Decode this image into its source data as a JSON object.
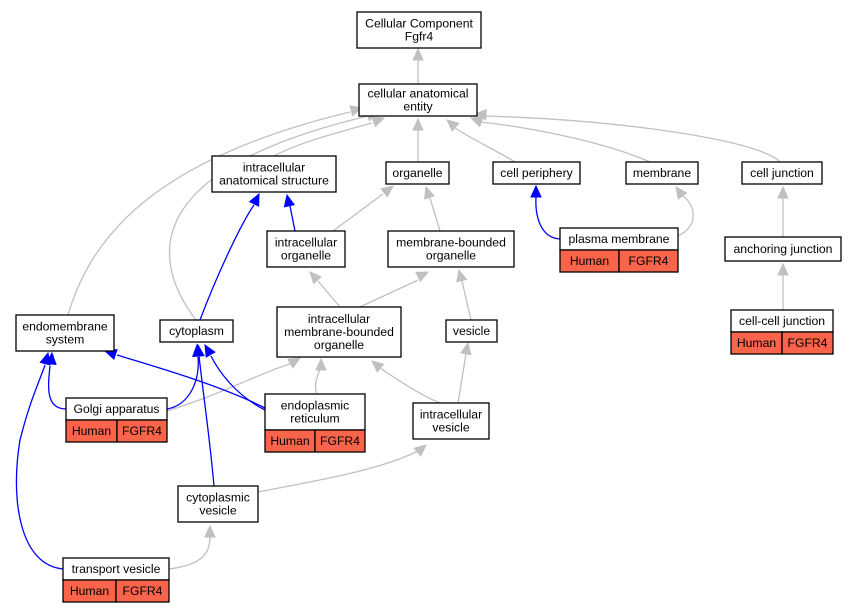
{
  "nodes": {
    "root": {
      "lines": [
        "Cellular Component",
        "Fgfr4"
      ]
    },
    "cae": {
      "lines": [
        "cellular anatomical",
        "entity"
      ]
    },
    "ias": {
      "lines": [
        "intracellular",
        "anatomical structure"
      ]
    },
    "organelle": {
      "lines": [
        "organelle"
      ]
    },
    "cell_periphery": {
      "lines": [
        "cell periphery"
      ]
    },
    "membrane": {
      "lines": [
        "membrane"
      ]
    },
    "cell_junction": {
      "lines": [
        "cell junction"
      ]
    },
    "intra_organelle": {
      "lines": [
        "intracellular",
        "organelle"
      ]
    },
    "mbo": {
      "lines": [
        "membrane-bounded",
        "organelle"
      ]
    },
    "plasma_membrane": {
      "lines": [
        "plasma membrane"
      ],
      "annotation": [
        "Human",
        "FGFR4"
      ]
    },
    "anchoring_junction": {
      "lines": [
        "anchoring junction"
      ]
    },
    "endomembrane": {
      "lines": [
        "endomembrane",
        "system"
      ]
    },
    "cytoplasm": {
      "lines": [
        "cytoplasm"
      ]
    },
    "imbo": {
      "lines": [
        "intracellular",
        "membrane-bounded",
        "organelle"
      ]
    },
    "vesicle": {
      "lines": [
        "vesicle"
      ]
    },
    "cell_cell_junction": {
      "lines": [
        "cell-cell junction"
      ],
      "annotation": [
        "Human",
        "FGFR4"
      ]
    },
    "golgi": {
      "lines": [
        "Golgi apparatus"
      ],
      "annotation": [
        "Human",
        "FGFR4"
      ]
    },
    "er": {
      "lines": [
        "endoplasmic",
        "reticulum"
      ],
      "annotation": [
        "Human",
        "FGFR4"
      ]
    },
    "intra_vesicle": {
      "lines": [
        "intracellular",
        "vesicle"
      ]
    },
    "cyto_vesicle": {
      "lines": [
        "cytoplasmic",
        "vesicle"
      ]
    },
    "transport_vesicle": {
      "lines": [
        "transport vesicle"
      ],
      "annotation": [
        "Human",
        "FGFR4"
      ]
    }
  },
  "edges": [
    {
      "from": "cae",
      "to": "root",
      "kind": "is_a"
    },
    {
      "from": "ias",
      "to": "cae",
      "kind": "is_a"
    },
    {
      "from": "organelle",
      "to": "cae",
      "kind": "is_a"
    },
    {
      "from": "cell_periphery",
      "to": "cae",
      "kind": "is_a"
    },
    {
      "from": "membrane",
      "to": "cae",
      "kind": "is_a"
    },
    {
      "from": "cell_junction",
      "to": "cae",
      "kind": "is_a"
    },
    {
      "from": "endomembrane",
      "to": "cae",
      "kind": "is_a"
    },
    {
      "from": "cytoplasm",
      "to": "cae",
      "kind": "is_a"
    },
    {
      "from": "intra_organelle",
      "to": "ias",
      "kind": "part_of"
    },
    {
      "from": "cytoplasm",
      "to": "ias",
      "kind": "part_of"
    },
    {
      "from": "intra_organelle",
      "to": "organelle",
      "kind": "is_a"
    },
    {
      "from": "mbo",
      "to": "organelle",
      "kind": "is_a"
    },
    {
      "from": "plasma_membrane",
      "to": "cell_periphery",
      "kind": "part_of"
    },
    {
      "from": "plasma_membrane",
      "to": "membrane",
      "kind": "is_a"
    },
    {
      "from": "anchoring_junction",
      "to": "cell_junction",
      "kind": "is_a"
    },
    {
      "from": "cell_cell_junction",
      "to": "anchoring_junction",
      "kind": "is_a"
    },
    {
      "from": "imbo",
      "to": "intra_organelle",
      "kind": "is_a"
    },
    {
      "from": "imbo",
      "to": "mbo",
      "kind": "is_a"
    },
    {
      "from": "vesicle",
      "to": "mbo",
      "kind": "is_a"
    },
    {
      "from": "golgi",
      "to": "endomembrane",
      "kind": "part_of"
    },
    {
      "from": "golgi",
      "to": "cytoplasm",
      "kind": "part_of"
    },
    {
      "from": "golgi",
      "to": "imbo",
      "kind": "is_a"
    },
    {
      "from": "er",
      "to": "endomembrane",
      "kind": "part_of"
    },
    {
      "from": "er",
      "to": "cytoplasm",
      "kind": "part_of"
    },
    {
      "from": "er",
      "to": "imbo",
      "kind": "is_a"
    },
    {
      "from": "intra_vesicle",
      "to": "imbo",
      "kind": "is_a"
    },
    {
      "from": "intra_vesicle",
      "to": "vesicle",
      "kind": "is_a"
    },
    {
      "from": "cyto_vesicle",
      "to": "intra_vesicle",
      "kind": "is_a"
    },
    {
      "from": "cyto_vesicle",
      "to": "cytoplasm",
      "kind": "part_of"
    },
    {
      "from": "transport_vesicle",
      "to": "cyto_vesicle",
      "kind": "is_a"
    },
    {
      "from": "transport_vesicle",
      "to": "endomembrane",
      "kind": "part_of"
    }
  ],
  "colors": {
    "is_a_edge": "#c0c0c0",
    "part_of_edge": "#0000ff",
    "annotation_fill": "#f9644a"
  }
}
